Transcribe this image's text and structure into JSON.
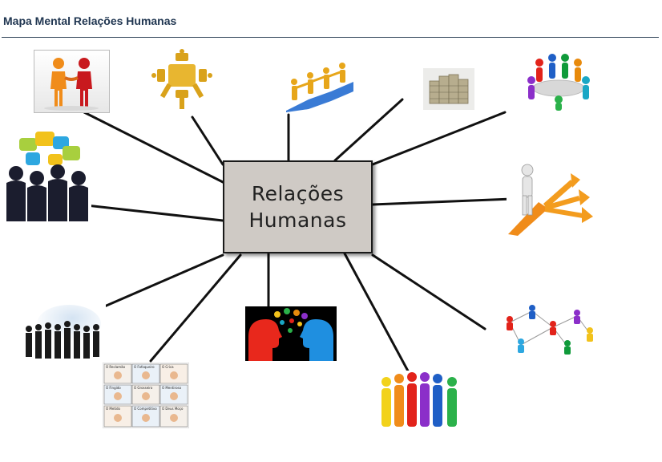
{
  "header": {
    "title": "Mapa Mental Relações Humanas"
  },
  "center": {
    "line1": "Relações",
    "line2": "Humanas"
  },
  "nodes": [
    {
      "id": "handshake-people",
      "icon": "handshake-icon"
    },
    {
      "id": "puzzle-circle",
      "icon": "puzzle-team-icon"
    },
    {
      "id": "puzzle-climb",
      "icon": "puzzle-chain-icon"
    },
    {
      "id": "money-stack",
      "icon": "banknotes-icon"
    },
    {
      "id": "round-table",
      "icon": "meeting-table-icon"
    },
    {
      "id": "speech-bubbles",
      "icon": "speech-bubbles-icon"
    },
    {
      "id": "decision-arrows",
      "icon": "decision-arrows-icon"
    },
    {
      "id": "business-crowd",
      "icon": "business-crowd-icon"
    },
    {
      "id": "brains-talking",
      "icon": "brains-icon"
    },
    {
      "id": "network-people",
      "icon": "network-icon"
    },
    {
      "id": "personality-types",
      "icon": "personality-cards-icon"
    },
    {
      "id": "colorful-team",
      "icon": "colorful-team-icon"
    }
  ],
  "personality_labels": [
    "O Reclamão",
    "O Fofoqueiro",
    "O Crica",
    "O Fingido",
    "O Grosseiro",
    "O Mentiroso",
    "O Metido",
    "O Competitivo",
    "O Deus Moço"
  ],
  "colors": {
    "center_fill": "#cfcac5",
    "connector": "#111111",
    "title": "#1f3550"
  }
}
